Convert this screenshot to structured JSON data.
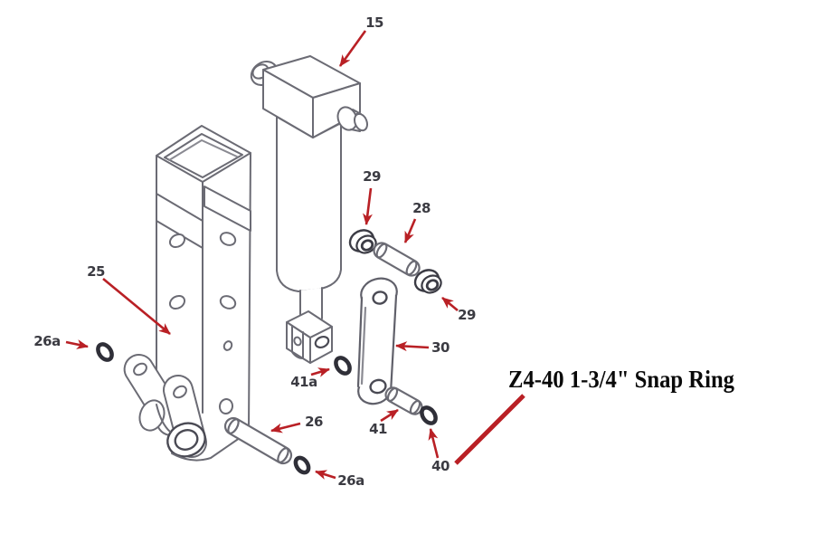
{
  "colors": {
    "background": "#ffffff",
    "line": "#6b6b74",
    "line_dark": "#3c3c45",
    "ring": "#2f2f38",
    "arrow": "#b92025",
    "label": "#3b3b42",
    "annotation_text": "#0a0a0a"
  },
  "callouts": [
    {
      "id": "15",
      "label": "15"
    },
    {
      "id": "25",
      "label": "25"
    },
    {
      "id": "26",
      "label": "26"
    },
    {
      "id": "26a-left",
      "label": "26a"
    },
    {
      "id": "26a-bottom",
      "label": "26a"
    },
    {
      "id": "28",
      "label": "28"
    },
    {
      "id": "29-top",
      "label": "29"
    },
    {
      "id": "29-right",
      "label": "29"
    },
    {
      "id": "30",
      "label": "30"
    },
    {
      "id": "40",
      "label": "40"
    },
    {
      "id": "41",
      "label": "41"
    },
    {
      "id": "41a",
      "label": "41a"
    }
  ],
  "annotation": {
    "text": "Z4-40 1-3/4\" Snap Ring"
  }
}
